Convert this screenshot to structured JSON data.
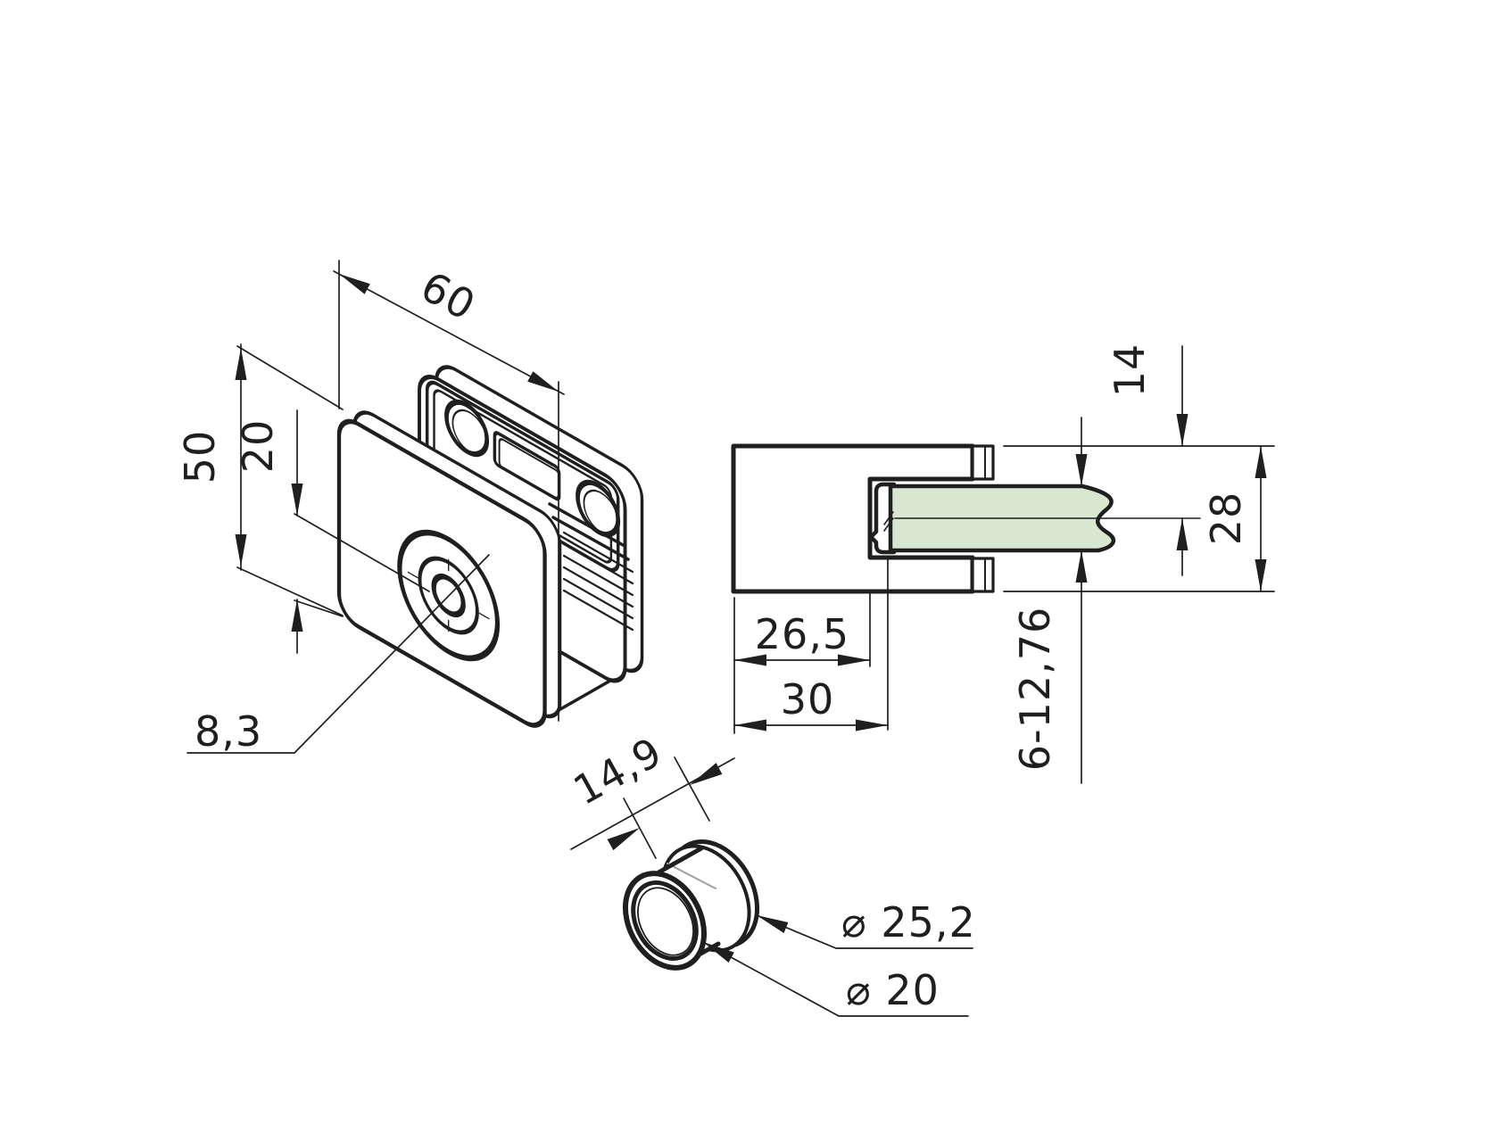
{
  "meta": {
    "type": "technical-drawing",
    "part": "square-glass-clamp",
    "units": "mm"
  },
  "colors": {
    "line": "#1f1f1f",
    "glass_fill": "#d8e7cf",
    "faint_line": "#9aa0a6",
    "background": "#ffffff"
  },
  "views": {
    "isometric_clamp": {
      "dims": {
        "width": "60",
        "height": "50",
        "hole_offset": "20",
        "hole_bore": "8,3"
      }
    },
    "side_section": {
      "dims": {
        "top_to_glass_center": "14",
        "body_height": "28",
        "pocket_depth": "26,5",
        "body_depth": "30",
        "glass_thickness_range": "6-12,76"
      }
    },
    "bushing_detail": {
      "dims": {
        "length": "14,9",
        "outer_dia": "⌀ 25,2",
        "bore_dia": "⌀ 20"
      }
    }
  }
}
